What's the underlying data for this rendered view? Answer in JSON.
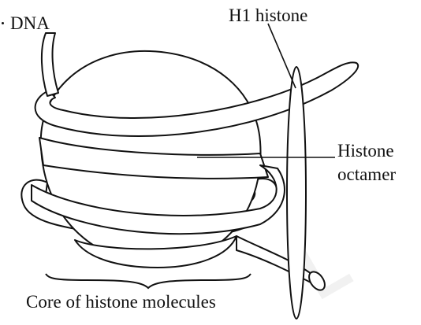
{
  "labels": {
    "dna": "DNA",
    "h1_histone": "H1 histone",
    "histone_line1": "Histone",
    "histone_line2": "octamer",
    "core": "Core of histone molecules"
  },
  "colors": {
    "stroke": "#111111",
    "fill": "#ffffff"
  }
}
